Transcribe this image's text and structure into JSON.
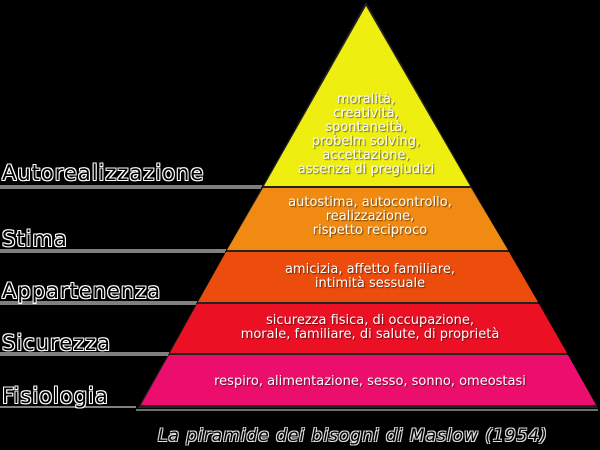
{
  "title": "La piramide dei bisogni di Maslow (1954)",
  "colors": {
    "background": "#000000",
    "level_autorealizzazione": "#eeee11",
    "level_stima": "#f08a12",
    "level_appartenenza": "#ec4c0c",
    "level_sicurezza": "#ec1024",
    "level_fisiologia": "#ec0e6c"
  },
  "levels": [
    {
      "name": "Autorealizzazione",
      "line1": "moralità,",
      "line2": "creatività,",
      "line3": "spontaneità,",
      "line4": "probelm solving,",
      "line5": "accettazione,",
      "line6": "assenza di pregiudizi"
    },
    {
      "name": "Stima",
      "line1": "autostima, autocontrollo,",
      "line2": "realizzazione,",
      "line3": "rispetto reciproco"
    },
    {
      "name": "Appartenenza",
      "line1": "amicizia, affetto familiare,",
      "line2": "intimità sessuale"
    },
    {
      "name": "Sicurezza",
      "line1": "sicurezza fisica, di occupazione,",
      "line2": "morale, familiare, di salute, di proprietà"
    },
    {
      "name": "Fisiologia",
      "line1": "respiro, alimentazione, sesso, sonno, omeostasi"
    }
  ]
}
